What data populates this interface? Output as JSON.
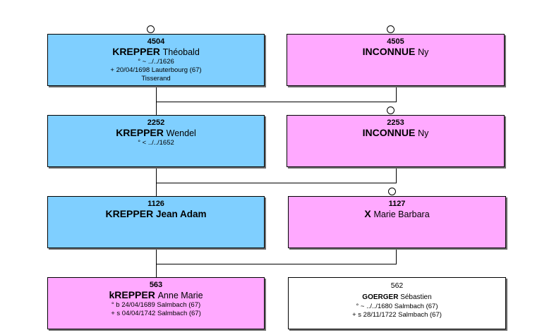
{
  "persons": {
    "p4504": {
      "num": "4504",
      "surname": "KREPPER",
      "given": "Théobald",
      "lines": [
        "° ~ ../../1626",
        "+ 20/04/1698 Lauterbourg (67)",
        "Tisserand"
      ]
    },
    "p4505": {
      "num": "4505",
      "surname": "INCONNUE",
      "given": "Ny",
      "lines": []
    },
    "p2252": {
      "num": "2252",
      "surname": "KREPPER",
      "given": "Wendel",
      "lines": [
        "° < ../../1652"
      ]
    },
    "p2253": {
      "num": "2253",
      "surname": "INCONNUE",
      "given": "Ny",
      "lines": []
    },
    "p1126": {
      "num": "1126",
      "surname": "KREPPER",
      "given": "Jean Adam",
      "lines": []
    },
    "p1127": {
      "num": "1127",
      "surname": "X",
      "given": "Marie Barbara",
      "lines": []
    },
    "p563": {
      "num": "563",
      "surname": "kREPPER",
      "given": "Anne Marie",
      "lines": [
        "° b 24/04/1689 Salmbach (67)",
        "+ s 04/04/1742 Salmbach (67)"
      ]
    },
    "p562": {
      "num": "562",
      "surname": "GOERGER",
      "given": "Sébastien",
      "lines": [
        "° ~ ../../1680 Salmbach (67)",
        "+ s 28/11/1722 Salmbach (67)"
      ]
    }
  },
  "colors": {
    "male": "#7fcfff",
    "female": "#ffa9ff",
    "spouse": "#ffffff"
  }
}
